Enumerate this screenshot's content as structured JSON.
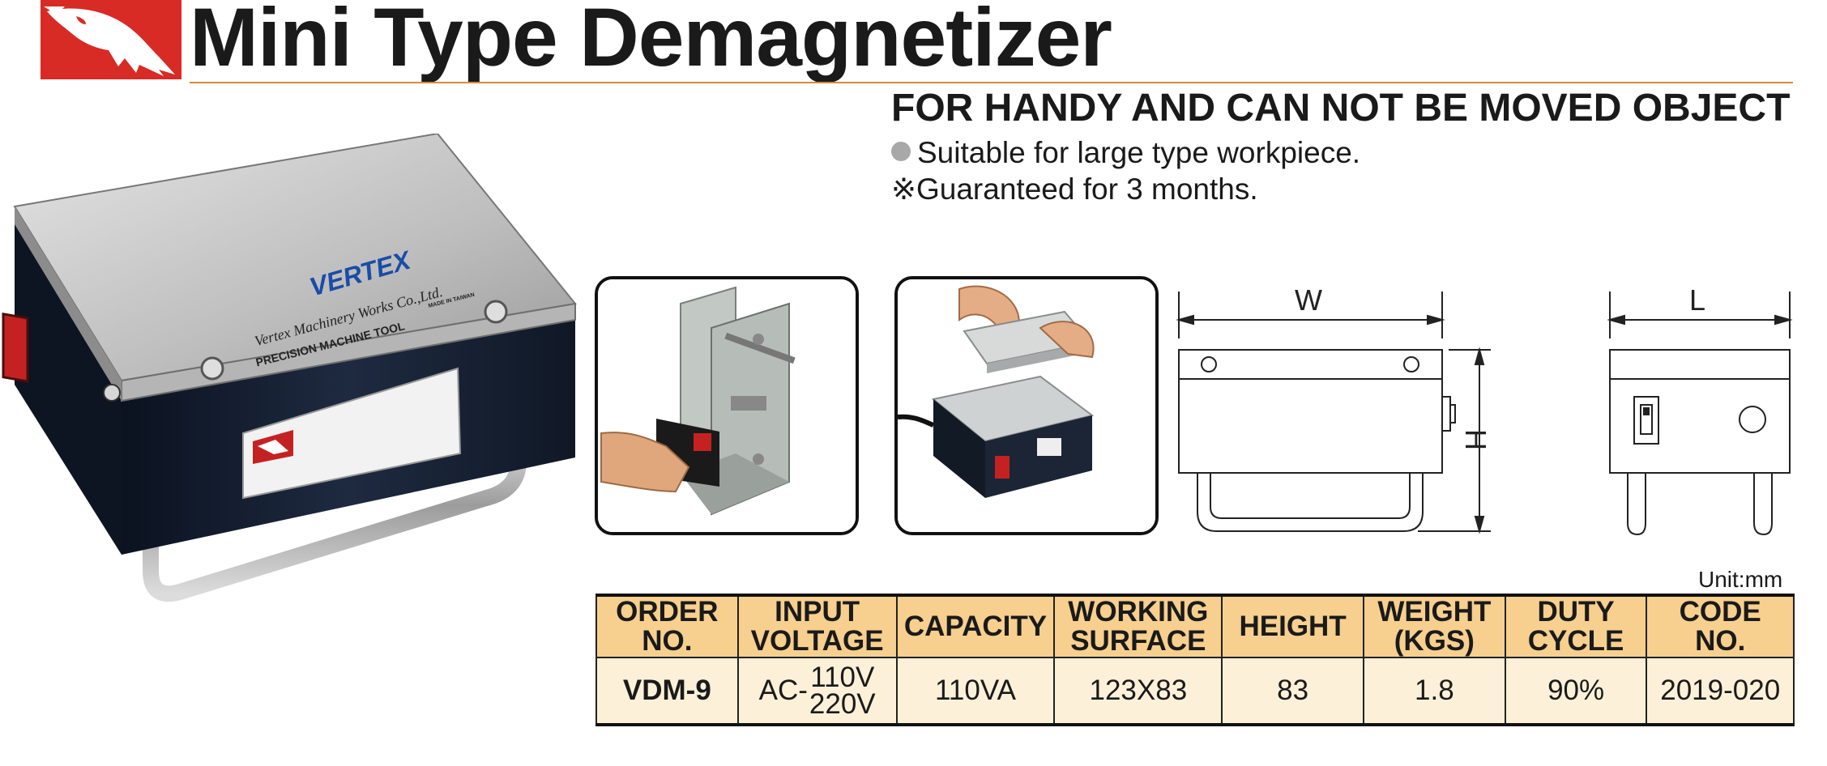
{
  "header": {
    "title": "Mini Type Demagnetizer",
    "subtitle": "FOR HANDY AND CAN NOT BE MOVED OBJECT",
    "features": [
      "Suitable for large type workpiece.",
      "※Guaranteed for 3 months."
    ]
  },
  "product_label": {
    "brand": "VERTEX",
    "company": "Vertex Machinery Works Co.,Ltd.",
    "tagline": "PRECISION MACHINE TOOL",
    "origin": "MADE IN TAIWAN"
  },
  "diagram": {
    "width_label": "W",
    "height_label": "H",
    "length_label": "L"
  },
  "table": {
    "unit": "Unit:mm",
    "headers": [
      [
        "ORDER",
        "NO."
      ],
      [
        "INPUT",
        "VOLTAGE"
      ],
      [
        "CAPACITY"
      ],
      [
        "WORKING",
        "SURFACE"
      ],
      [
        "HEIGHT"
      ],
      [
        "WEIGHT",
        "(KGS)"
      ],
      [
        "DUTY",
        "CYCLE"
      ],
      [
        "CODE",
        "NO."
      ]
    ],
    "row": {
      "order_no": "VDM-9",
      "voltage_prefix": "AC-",
      "voltage_high": "110V",
      "voltage_low": "220V",
      "capacity": "110VA",
      "working_surface": "123X83",
      "height": "83",
      "weight": "1.8",
      "duty_cycle": "90%",
      "code_no": "2019-020"
    }
  },
  "colors": {
    "brand_red": "#d82b25",
    "header_fill": "#f7cf8e",
    "value_fill": "#fdf0d8",
    "rule": "#d88a3a"
  }
}
